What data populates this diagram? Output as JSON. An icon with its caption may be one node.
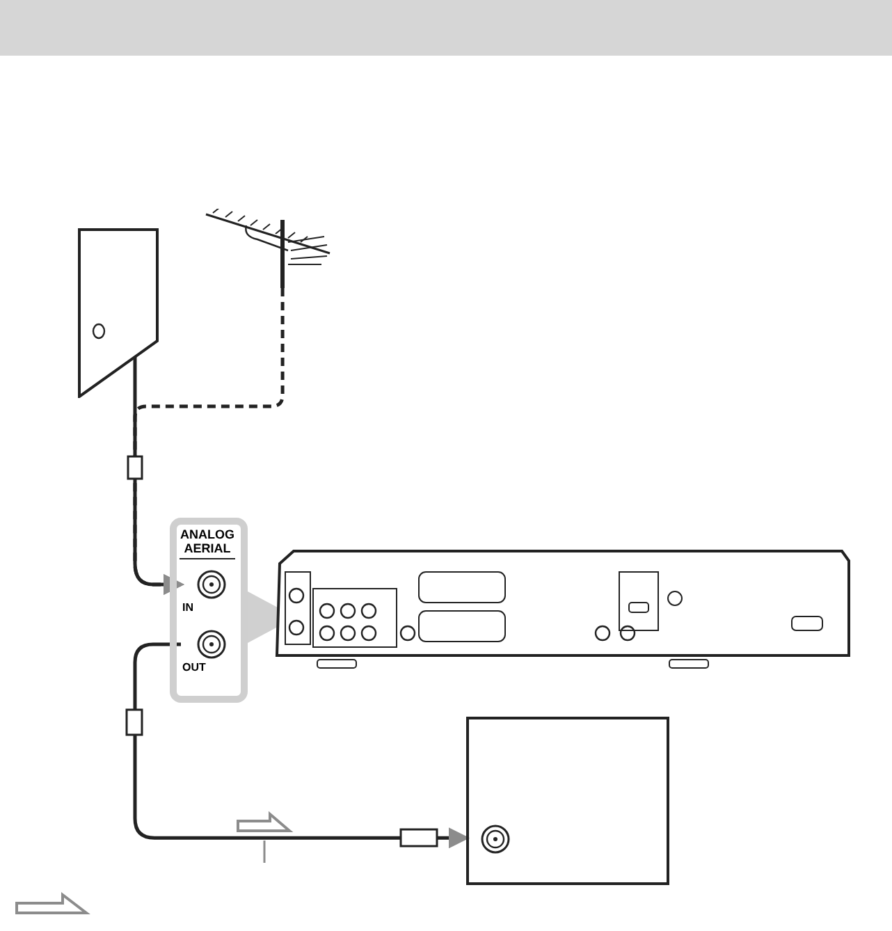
{
  "diagram": {
    "nodes": [
      {
        "text": [],
        "shape": "box"
      },
      {
        "text": [],
        "shape": "picture"
      },
      {
        "text": [
          "ANALOG AERIAL"
        ]
      },
      {
        "text": [
          "IN"
        ],
        "in": 2
      },
      {
        "text": [
          "OUT"
        ],
        "in": 2
      },
      {
        "text": [],
        "shape": "picture"
      },
      {
        "text": [],
        "shape": "box"
      }
    ],
    "edges": [
      {
        "from": 0,
        "to": 3,
        "arrow": "to"
      },
      {
        "from": 1,
        "to": 3,
        "arrow": "to",
        "style": "dashed"
      },
      {
        "from": 4,
        "to": 6,
        "arrow": "to"
      }
    ]
  }
}
